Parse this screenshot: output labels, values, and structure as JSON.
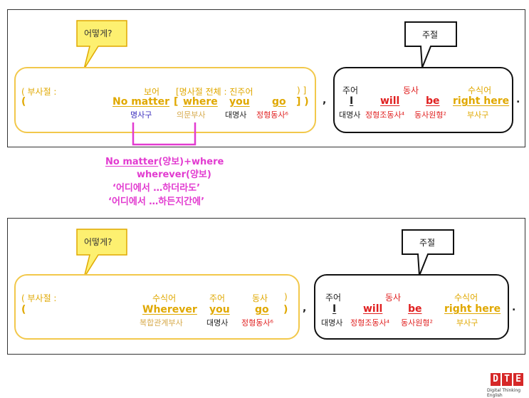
{
  "top": {
    "bubble_left": "어떻게?",
    "bubble_right": "주절",
    "left_box": {
      "row1": {
        "open": "( 부사절 :",
        "boeo": "보어",
        "bracket_label": "[명사절 전체 : 진주어",
        "close": ") ]"
      },
      "row2": {
        "open": "(",
        "no_matter": "No matter",
        "lb": "[",
        "where": "where",
        "you": "you",
        "go": "go",
        "rb": "] )"
      },
      "row3": {
        "noun_phrase": "명사구",
        "interrogative": "의문부사",
        "pronoun": "대명사",
        "verb": "정형동사⁶"
      }
    },
    "comma": ",",
    "right_box": {
      "subject": "주어",
      "verb": "동사",
      "modifier": "수식어",
      "I": "I",
      "will": "will",
      "be": "be",
      "right_here": "right here",
      "pronoun": "대명사",
      "aux": "정형조동사⁴",
      "base": "동사원형²",
      "adv_phrase": "부사구"
    },
    "period": "."
  },
  "notes": {
    "line1_u": "No matter",
    "line1_rest": "(양보)+where",
    "line2": "wherever(양보)",
    "line3": "‘어디에서 …하더라도’",
    "line4": "‘어디에서 …하든지간에’"
  },
  "bottom": {
    "bubble_left": "어떻게?",
    "bubble_right": "주절",
    "left_box": {
      "row1": {
        "open": "( 부사절 :",
        "modifier": "수식어",
        "subject": "주어",
        "verb": "동사",
        "close": ")"
      },
      "row2": {
        "open": "(",
        "wherever": "Wherever",
        "you": "you",
        "go": "go",
        "close": ")"
      },
      "row3": {
        "compound": "복합관계부사",
        "pronoun": "대명사",
        "verb": "정형동사⁶"
      }
    },
    "comma": ",",
    "right_box": {
      "subject": "주어",
      "verb": "동사",
      "modifier": "수식어",
      "I": "I",
      "will": "will",
      "be": "be",
      "right_here": "right here",
      "pronoun": "대명사",
      "aux": "정형조동사⁴",
      "base": "동사원형²",
      "adv_phrase": "부사구"
    },
    "period": "."
  },
  "logo": {
    "letters": [
      "D",
      "T",
      "E"
    ],
    "caption": "Digital Thinking English"
  },
  "colors": {
    "gold": "#e0a800",
    "bubble_yellow": "#fdf070",
    "red": "#e02020",
    "magenta": "#e23bd0",
    "purple": "#3a2dbd"
  }
}
